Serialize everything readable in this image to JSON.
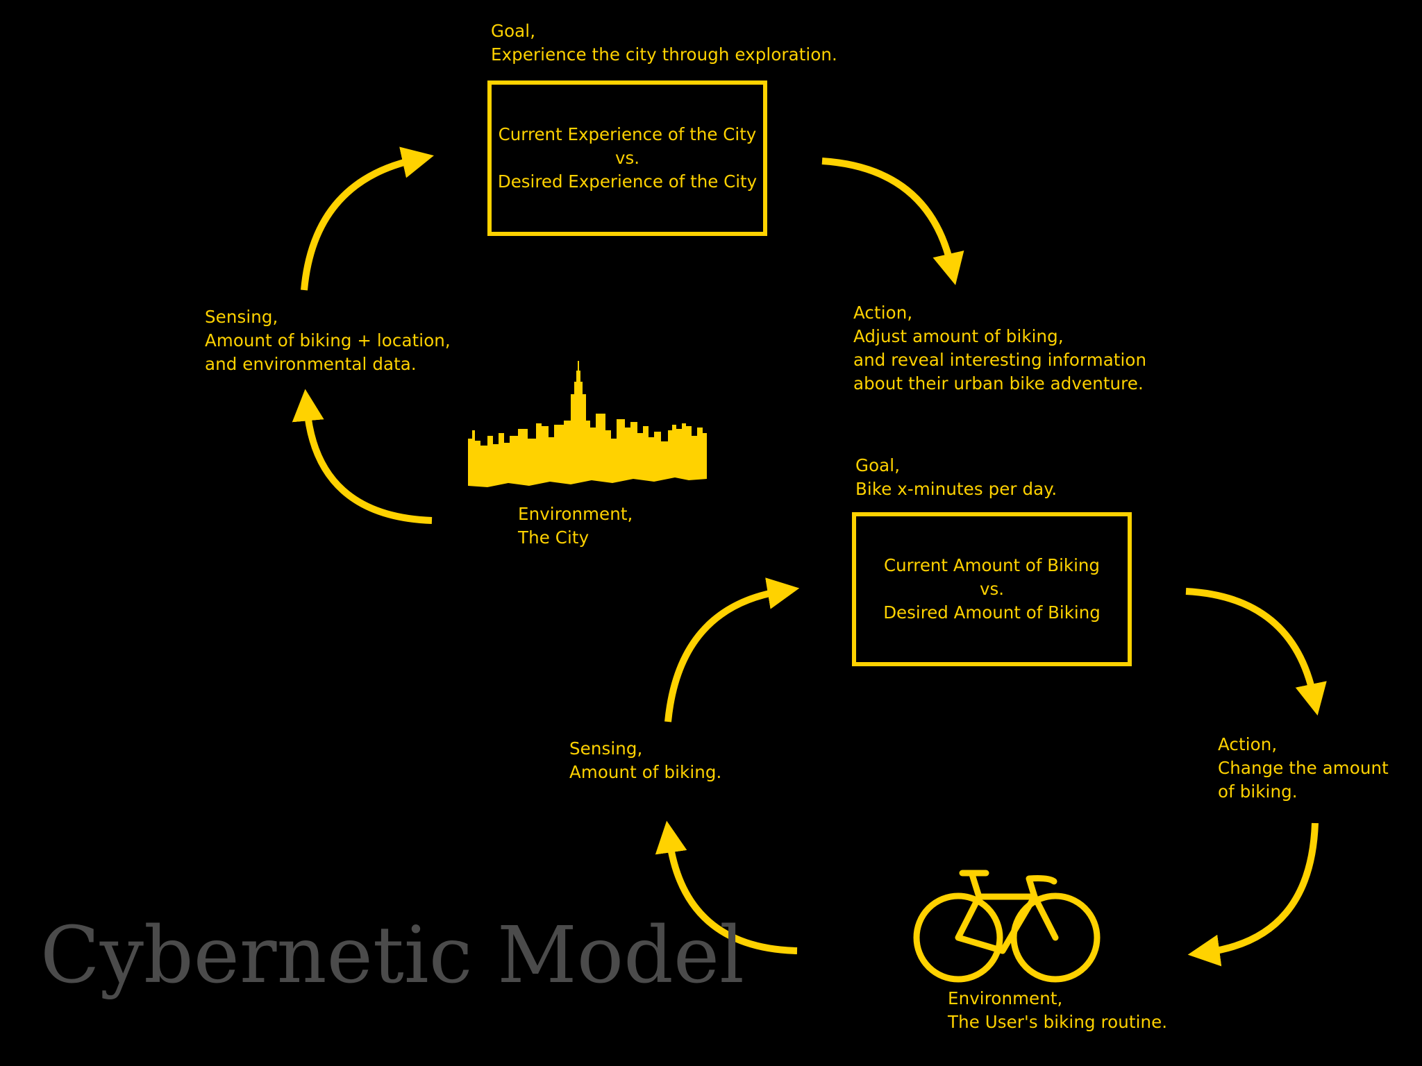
{
  "slide_title": "Cybernetic Model",
  "colors": {
    "accent": "#FFD200",
    "background": "#000000",
    "title": "#4B4B4B"
  },
  "city_loop": {
    "goal": "Goal,\nExperience the city through exploration.",
    "box": "Current Experience of the City\nvs.\nDesired Experience of the City",
    "action": "Action,\nAdjust amount of biking,\nand reveal interesting information\nabout their urban bike adventure.",
    "sensing": "Sensing,\nAmount of biking + location,\nand environmental data.",
    "environment": "Environment,\nThe City",
    "environment_icon": "city-skyline-icon"
  },
  "biking_loop": {
    "goal": "Goal,\nBike x-minutes per day.",
    "box": "Current Amount of Biking\nvs.\nDesired Amount of Biking",
    "action": "Action,\nChange the amount\nof biking.",
    "sensing": "Sensing,\nAmount of biking.",
    "environment": "Environment,\nThe User's biking routine.",
    "environment_icon": "bicycle-icon"
  }
}
